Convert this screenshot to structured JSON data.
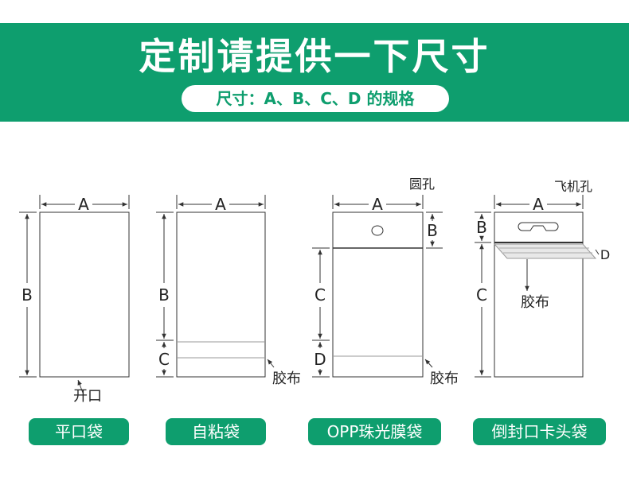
{
  "header": {
    "title": "定制请提供一下尺寸",
    "subtitle": "尺寸：A、B、C、D 的规格"
  },
  "colors": {
    "accent": "#0e9e6e",
    "line": "#333333"
  },
  "dimension_letters": {
    "a": "A",
    "b": "B",
    "c": "C",
    "d": "D"
  },
  "annotations": {
    "opening": "开口",
    "tape": "胶布",
    "round_hole": "圆孔",
    "airplane_hole": "飞机孔"
  },
  "bag_types": [
    {
      "label": "平口袋"
    },
    {
      "label": "自粘袋"
    },
    {
      "label": "OPP珠光膜袋"
    },
    {
      "label": "倒封口卡头袋"
    }
  ]
}
